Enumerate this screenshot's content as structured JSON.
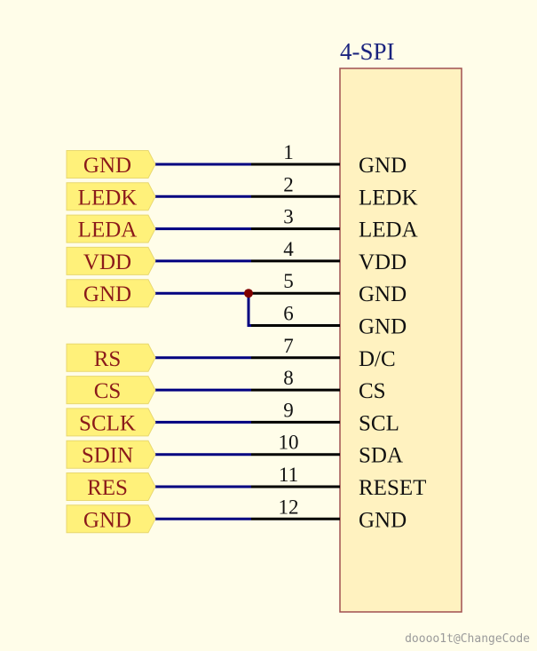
{
  "component": {
    "title": "4-SPI",
    "pins": [
      {
        "number": "1",
        "name": "GND"
      },
      {
        "number": "2",
        "name": "LEDK"
      },
      {
        "number": "3",
        "name": "LEDA"
      },
      {
        "number": "4",
        "name": "VDD"
      },
      {
        "number": "5",
        "name": "GND"
      },
      {
        "number": "6",
        "name": "GND"
      },
      {
        "number": "7",
        "name": "D/C"
      },
      {
        "number": "8",
        "name": "CS"
      },
      {
        "number": "9",
        "name": "SCL"
      },
      {
        "number": "10",
        "name": "SDA"
      },
      {
        "number": "11",
        "name": "RESET"
      },
      {
        "number": "12",
        "name": "GND"
      }
    ]
  },
  "net_labels": [
    {
      "text": "GND",
      "pin": "1"
    },
    {
      "text": "LEDK",
      "pin": "2"
    },
    {
      "text": "LEDA",
      "pin": "3"
    },
    {
      "text": "VDD",
      "pin": "4"
    },
    {
      "text": "GND",
      "pin": "5"
    },
    {
      "text": "RS",
      "pin": "7"
    },
    {
      "text": "CS",
      "pin": "8"
    },
    {
      "text": "SCLK",
      "pin": "9"
    },
    {
      "text": "SDIN",
      "pin": "10"
    },
    {
      "text": "RES",
      "pin": "11"
    },
    {
      "text": "GND",
      "pin": "12"
    }
  ],
  "colors": {
    "background": "#fffde9",
    "component_fill": "#fff2c0",
    "component_border": "#a05050",
    "label_fill": "#fff17a",
    "wire": "#000080",
    "pin_line": "#000000",
    "junction": "#800000"
  },
  "footer": "doooo1t@ChangeCode"
}
